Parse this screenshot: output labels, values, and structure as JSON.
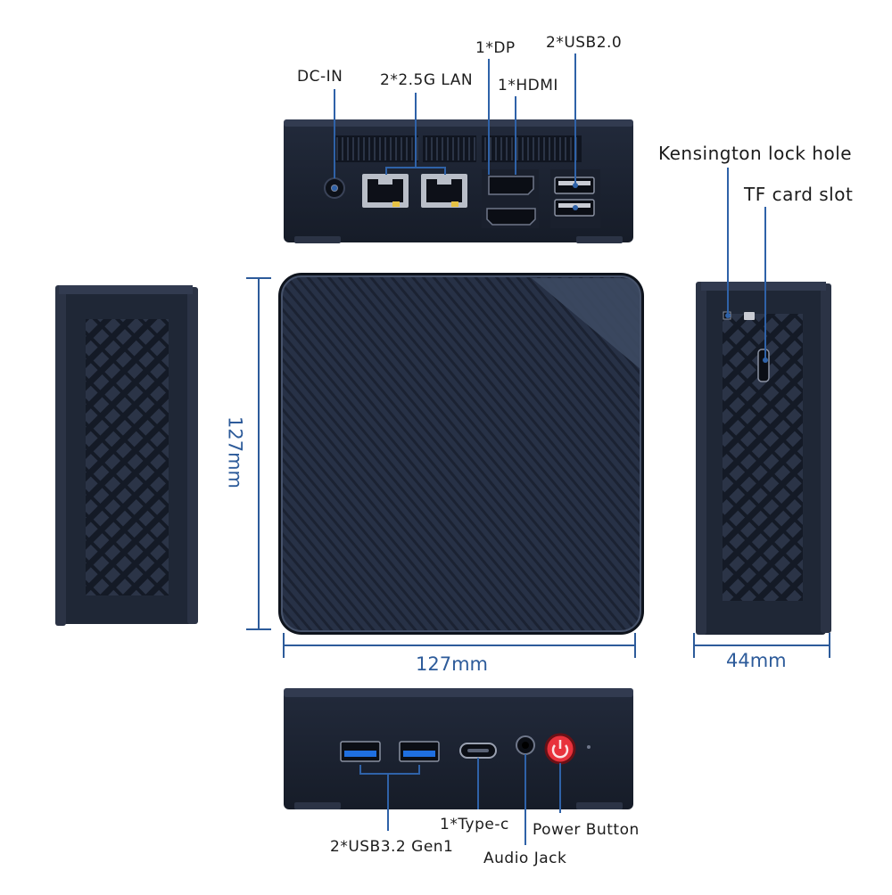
{
  "labels": {
    "dc_in": "DC-IN",
    "lan": "2*2.5G LAN",
    "dp": "1*DP",
    "hdmi": "1*HDMI",
    "usb2": "2*USB2.0",
    "kensington": "Kensington lock hole",
    "tf_card": "TF card slot",
    "usb32": "2*USB3.2 Gen1",
    "type_c": "1*Type-c",
    "audio_jack": "Audio Jack",
    "power_button": "Power Button"
  },
  "dimensions": {
    "height": "127mm",
    "width": "127mm",
    "depth": "44mm"
  },
  "colors": {
    "body": "#1d2433",
    "body_edge": "#2a3346",
    "leader_line": "#2f62a8",
    "dimension": "#2d5b9a",
    "usb3_blue": "#1f6fe0",
    "power_red": "#e8323c"
  }
}
